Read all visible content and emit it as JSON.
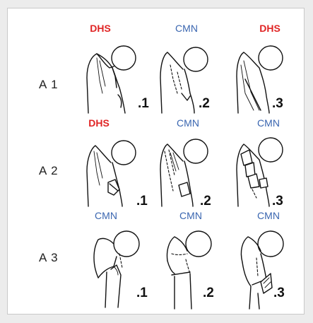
{
  "colors": {
    "dhs": "#e02424",
    "cmn": "#3a66b0"
  },
  "rows": [
    {
      "label": "A 1",
      "cells": [
        {
          "implant": "DHS",
          "num": ".1"
        },
        {
          "implant": "CMN",
          "num": ".2"
        },
        {
          "implant": "DHS",
          "num": ".3"
        }
      ]
    },
    {
      "label": "A 2",
      "cells": [
        {
          "implant": "DHS",
          "num": ".1"
        },
        {
          "implant": "CMN",
          "num": ".2"
        },
        {
          "implant": "CMN",
          "num": ".3"
        }
      ]
    },
    {
      "label": "A 3",
      "cells": [
        {
          "implant": "CMN",
          "num": ".1"
        },
        {
          "implant": "CMN",
          "num": ".2"
        },
        {
          "implant": "CMN",
          "num": ".3"
        }
      ]
    }
  ]
}
